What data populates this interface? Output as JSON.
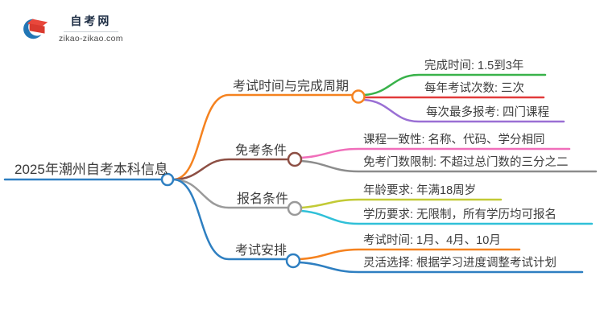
{
  "logo": {
    "site_name": "自考网",
    "site_url": "zikao-zikao.com",
    "icon_colors": {
      "crescent_blue": "#2176b5",
      "cap_red": "#e8473b",
      "cap_dark_red": "#d93a2f"
    }
  },
  "mindmap": {
    "root": {
      "label": "2025年潮州自考本科信息",
      "color": "#2e7fc1"
    },
    "branches": [
      {
        "label": "考试时间与完成周期",
        "color": "#f5821f",
        "children": [
          {
            "label": "完成时间: 1.5到3年",
            "color": "#39b24a"
          },
          {
            "label": "每年考试次数: 三次",
            "color": "#e23b3b"
          },
          {
            "label": "每次最多报考: 四门课程",
            "color": "#9a6fd4"
          }
        ]
      },
      {
        "label": "免考条件",
        "color": "#8d4f44",
        "children": [
          {
            "label": "课程一致性: 名称、代码、学分相同",
            "color": "#f06eba"
          },
          {
            "label": "免考门数限制: 不超过总门数的三分之二",
            "color": "#8c8c8c"
          }
        ]
      },
      {
        "label": "报名条件",
        "color": "#9a9a9a",
        "children": [
          {
            "label": "年龄要求: 年满18周岁",
            "color": "#c2ca35"
          },
          {
            "label": "学历要求: 无限制，所有学历均可报名",
            "color": "#30c0d8"
          }
        ]
      },
      {
        "label": "考试安排",
        "color": "#2e7fc1",
        "children": [
          {
            "label": "考试时间: 1月、4月、10月",
            "color": "#f5821f"
          },
          {
            "label": "灵活选择: 根据学习进度调整考试计划",
            "color": "#2e7fc1"
          }
        ]
      }
    ]
  }
}
